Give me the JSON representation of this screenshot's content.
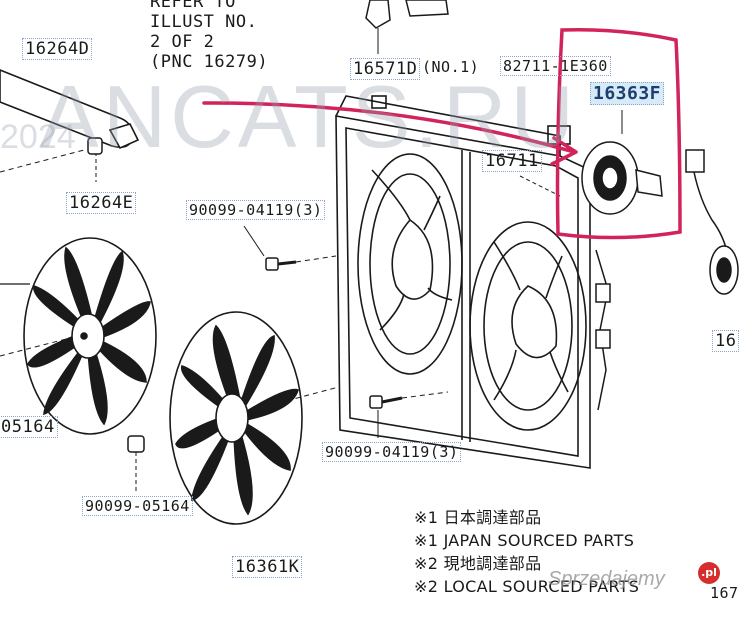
{
  "refer_note": {
    "line1": "REFER TO",
    "line2": "ILLUST NO.",
    "line3": "2 OF 2",
    "line4": "(PNC 16279)"
  },
  "part_labels": {
    "p16264D": "16264D",
    "p16264E": "16264E",
    "p16571D": "16571D",
    "p16571D_suffix": "(NO.1)",
    "p82711": "82711-1E360",
    "p16363F": "16363F",
    "p16711": "16711",
    "p90099_04119_top": "90099-04119(3)",
    "p90099_04119_bottom": "90099-04119(3)",
    "p05164_left": "05164",
    "p90099_05164": "90099-05164",
    "p16361K": "16361K",
    "p16_right": "16",
    "p16_bottom": "167"
  },
  "legend": {
    "r1": "※1 日本調達部品",
    "r2": "※1 JAPAN SOURCED PARTS",
    "r3": "※2 現地調達部品",
    "r4": "※2 LOCAL SOURCED PARTS"
  },
  "watermark": {
    "text": "ANCATS.RU",
    "year": "2024"
  },
  "site_mark": {
    "badge": ".pl",
    "text": "Sprzedajemy"
  },
  "colors": {
    "annotation_red": "#d2245a",
    "label_border": "#8aa6c8",
    "highlight_bg": "#d6eaf8",
    "line": "#1a1a1a"
  }
}
